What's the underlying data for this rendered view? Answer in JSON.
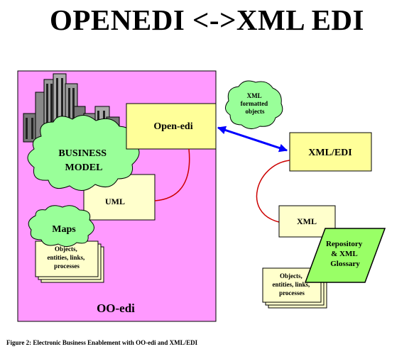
{
  "title": "OPENEDI <->XML EDI",
  "caption": "Figure 2: Electronic Business Enablement with OO-edi and XML/EDI",
  "diagram": {
    "oo_edi": "OO-edi",
    "business_model": [
      "BUSINESS",
      "MODEL"
    ],
    "uml": "UML",
    "maps": "Maps",
    "objects_left": [
      "Objects,",
      "entities, links,",
      "processes"
    ],
    "open_edi": "Open-edi",
    "xml_formatted_objects": [
      "XML",
      "formatted",
      "objects"
    ],
    "xml_edi": "XML/EDI",
    "xml": "XML",
    "repository": [
      "Repository",
      "& XML",
      "Glossary"
    ],
    "objects_right": [
      "Objects,",
      "entities, links,",
      "processes"
    ]
  },
  "colors": {
    "oo_edi_fill": "#FF99FF",
    "yellow_box": "#FFFF99",
    "light_yellow_box": "#FFFFCC",
    "cloud": "#99FF99",
    "repository": "#99FF66",
    "connector": "#CC0000",
    "arrow": "#0000FF"
  }
}
